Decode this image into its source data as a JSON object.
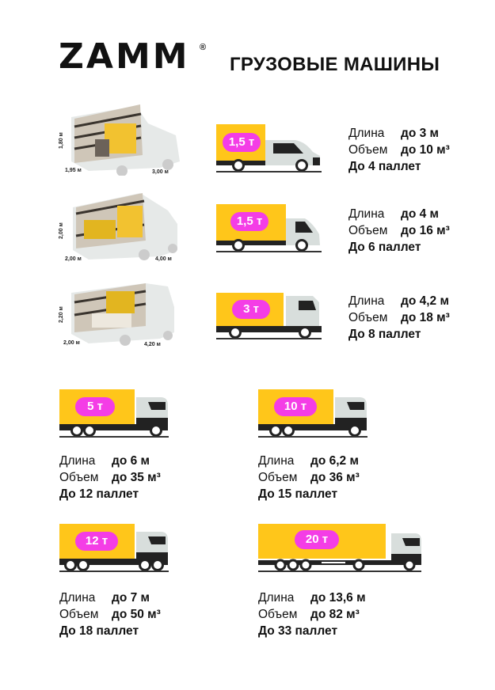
{
  "header": {
    "logo": "ZAMM",
    "logo_mark": "®",
    "title": "ГРУЗОВЫЕ МАШИНЫ"
  },
  "labels": {
    "length": "Длина",
    "volume": "Объем"
  },
  "colors": {
    "body": "#FFC61A",
    "badge": "#F43DE6",
    "cab": "#D8DEDC",
    "dark": "#222222"
  },
  "trucks": [
    {
      "badge": "1,5 т",
      "length": "до 3 м",
      "volume": "до 10 м³",
      "pallets": "До 4 паллет",
      "dims": {
        "h": "1,80 м",
        "w": "1,95 м",
        "l": "3,00 м"
      }
    },
    {
      "badge": "1,5 т",
      "length": "до 4 м",
      "volume": "до 16 м³",
      "pallets": "До 6 паллет",
      "dims": {
        "h": "2,00 м",
        "w": "2,00 м",
        "l": "4,00 м"
      }
    },
    {
      "badge": "3 т",
      "length": "до 4,2 м",
      "volume": "до 18 м³",
      "pallets": "До 8 паллет",
      "dims": {
        "h": "2,20 м",
        "w": "2,00 м",
        "l": "4,20 м"
      }
    },
    {
      "badge": "5 т",
      "length": "до 6 м",
      "volume": "до 35 м³",
      "pallets": "До 12 паллет"
    },
    {
      "badge": "10 т",
      "length": "до 6,2 м",
      "volume": "до 36 м³",
      "pallets": "До 15 паллет"
    },
    {
      "badge": "12 т",
      "length": "до 7 м",
      "volume": "до 50 м³",
      "pallets": "До 18 паллет"
    },
    {
      "badge": "20 т",
      "length": "до 13,6 м",
      "volume": "до 82 м³",
      "pallets": "До 33 паллет"
    }
  ]
}
